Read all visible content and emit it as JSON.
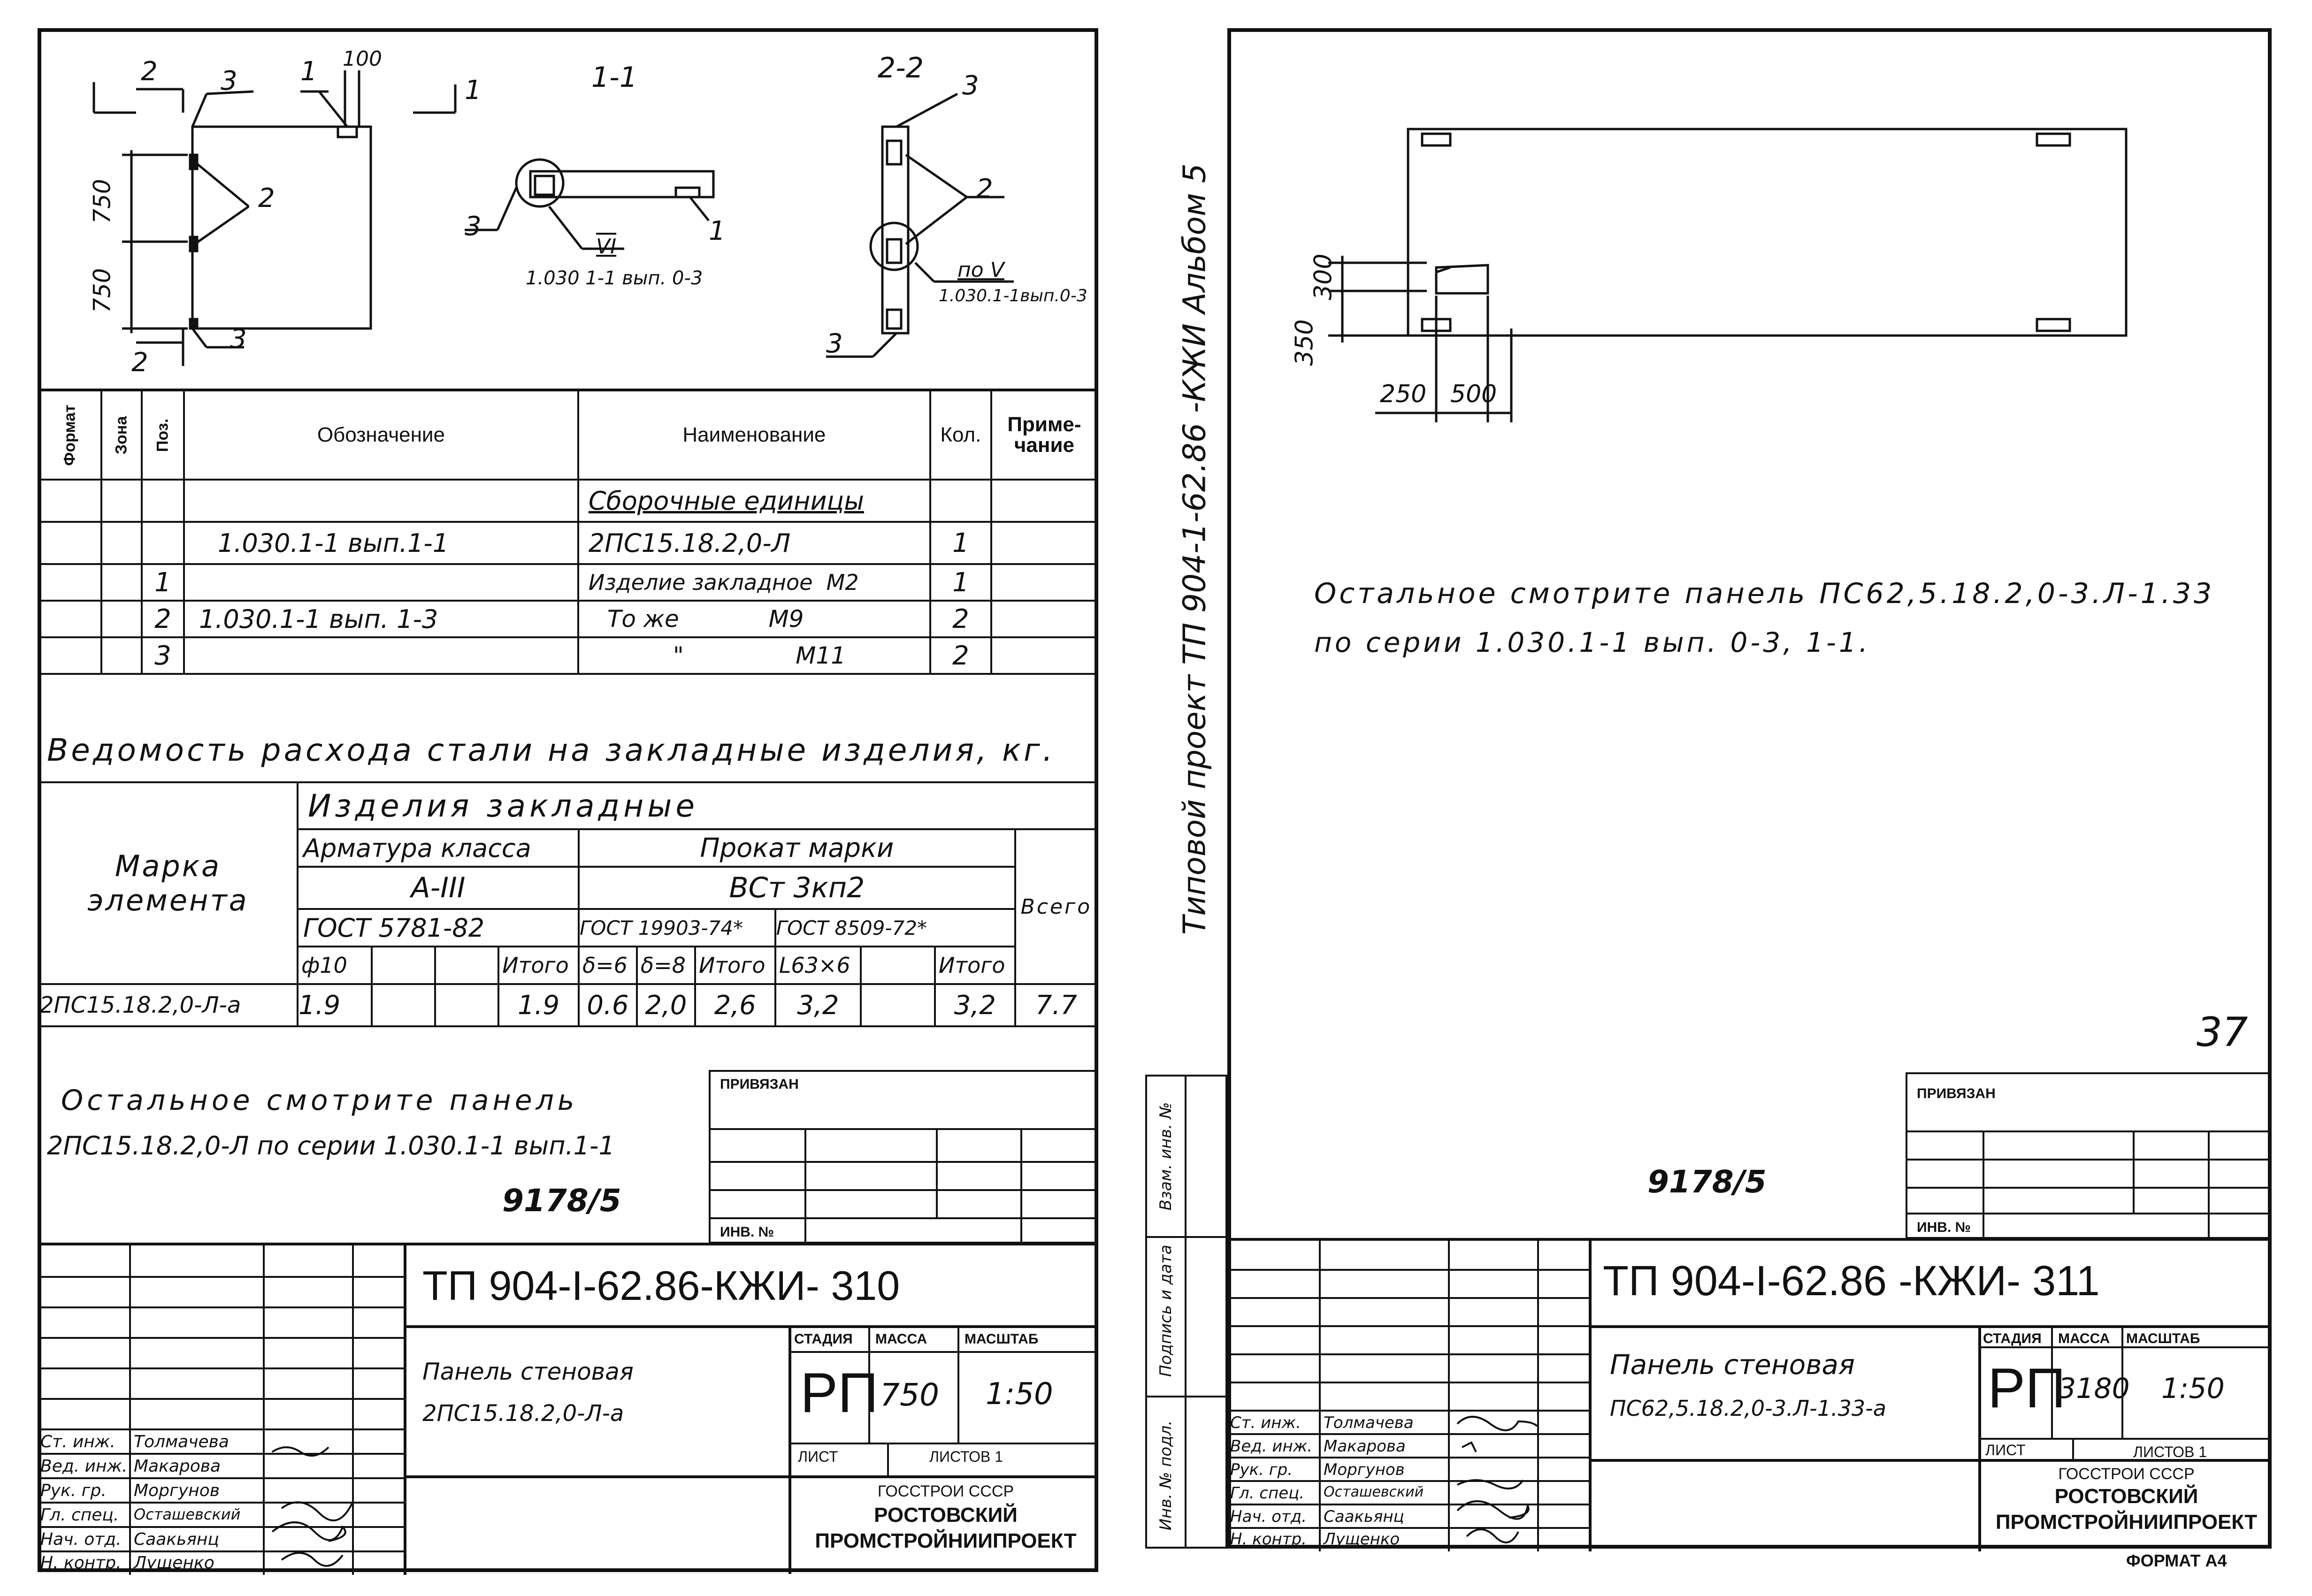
{
  "left_sheet": {
    "drawing": {
      "labels": {
        "dim_100": "100",
        "dim_750_top": "750",
        "dim_750_bottom": "750",
        "sec_1_1": "1-1",
        "sec_2_2": "2-2",
        "mark_1a": "1",
        "mark_1b": "1",
        "mark_1c": "1",
        "mark_2a": "2",
        "mark_2b": "2",
        "mark_2c": "2",
        "mark_2d": "2",
        "mark_3a": "3",
        "mark_3b": "3",
        "mark_3c": "3",
        "mark_3d": "3",
        "mark_3e": "3",
        "node_vi": "VI",
        "node_vi_ref": "1.030 1-1 вып. 0-3",
        "node_v": "по V",
        "node_v_ref": "1.030.1-1вып.0-3"
      }
    },
    "spec_table": {
      "headers": [
        "Формат",
        "Зона",
        "Поз.",
        "Обозначение",
        "Наименование",
        "Кол.",
        "Приме-\nчание"
      ],
      "rows": [
        {
          "pos": "",
          "designation": "",
          "name": "Сборочные единицы",
          "qty": ""
        },
        {
          "pos": "",
          "designation": "1.030.1-1 вып.1-1",
          "name": "2ПС15.18.2,0-Л",
          "qty": "1"
        },
        {
          "pos": "1",
          "designation": "",
          "name": "Изделие закладное  М2",
          "qty": "1"
        },
        {
          "pos": "2",
          "designation": "1.030.1-1 вып. 1-3",
          "name": "То же            М9",
          "qty": "2"
        },
        {
          "pos": "3",
          "designation": "",
          "name": "\"               М11",
          "qty": "2"
        }
      ]
    },
    "steel_title": "Ведомость расхода стали на закладные изделия, кг.",
    "steel_table": {
      "mark_header": "Марка\nэлемента",
      "group_header": "Изделия закладные",
      "armature_header": "Арматура класса",
      "armature_class": "А-III",
      "armature_gost": "ГОСТ 5781-82",
      "rolled_header": "Прокат марки",
      "rolled_grade": "ВСт 3кп2",
      "rolled_gost1": "ГОСТ 19903-74*",
      "rolled_gost2": "ГОСТ 8509-72*",
      "total_header": "Всего",
      "sub_headers": [
        "ф10",
        "",
        "",
        "Итого",
        "δ=6",
        "δ=8",
        "Итого",
        "L63×6",
        "",
        "Итого"
      ],
      "row": {
        "mark": "2ПС15.18.2,0-Л-а",
        "values": [
          "1.9",
          "",
          "",
          "1.9",
          "0.6",
          "2,0",
          "2,6",
          "3,2",
          "",
          "3,2"
        ],
        "total": "7.7"
      }
    },
    "note_line1": "Остальное смотрите панель",
    "note_line2": "2ПС15.18.2,0-Л по серии 1.030.1-1 вып.1-1",
    "doc_number": "9178/5",
    "privyazan": "ПРИВЯЗАН",
    "inv_no": "ИНВ. №",
    "title_code": "ТП 904-I-62.86-КЖИ- 310",
    "title_name1": "Панель стеновая",
    "title_name2": "2ПС15.18.2,0-Л-а",
    "stage_header": "СТАДИЯ",
    "mass_header": "МАССА",
    "scale_header": "МАСШТАБ",
    "stage": "РП",
    "mass": "750",
    "scale": "1:50",
    "sheet_label": "ЛИСТ",
    "sheets_label": "ЛИСТОВ 1",
    "org1": "ГОССТРОИ СССР",
    "org2": "РОСТОВСКИЙ",
    "org3": "ПРОМСТРОЙНИИПРОЕКТ",
    "staff": [
      {
        "role": "Ст. инж.",
        "name": "Толмачева"
      },
      {
        "role": "Вед. инж.",
        "name": "Макарова"
      },
      {
        "role": "Рук. гр.",
        "name": "Моргунов"
      },
      {
        "role": "Гл. спец.",
        "name": "Осташевский"
      },
      {
        "role": "Нач. отд.",
        "name": "Саакьянц"
      },
      {
        "role": "Н. контр.",
        "name": "Лущенко"
      }
    ]
  },
  "right_sheet": {
    "margin_title": "Типовой   проект   ТП 904-1-62.86 -КЖИ   Альбом  5",
    "side_labels": [
      "Взам. инв. №",
      "Подпись и дата",
      "Инв. № подл."
    ],
    "dims": {
      "d350": "350",
      "d300": "300",
      "d250": "250",
      "d500": "500"
    },
    "note_line1": "Остальное  смотрите  панель  ПС62,5.18.2,0-3.Л-1.33",
    "note_line2": "по  серии  1.030.1-1 вып. 0-3, 1-1.",
    "page_number": "37",
    "doc_number": "9178/5",
    "privyazan": "ПРИВЯЗАН",
    "inv_no": "ИНВ. №",
    "title_code": "ТП 904-I-62.86 -КЖИ- 311",
    "title_name1": "Панель стеновая",
    "title_name2": "ПС62,5.18.2,0-3.Л-1.33-а",
    "stage_header": "СТАДИЯ",
    "mass_header": "МАССА",
    "scale_header": "МАСШТАБ",
    "stage": "РП",
    "mass": "3180",
    "scale": "1:50",
    "sheet_label": "ЛИСТ",
    "sheets_label": "ЛИСТОВ 1",
    "org1": "ГОССТРОИ СССР",
    "org2": "РОСТОВСКИЙ",
    "org3": "ПРОМСТРОЙНИИПРОЕКТ",
    "format_label": "ФОРМАТ А4",
    "staff": [
      {
        "role": "Ст. инж.",
        "name": "Толмачева"
      },
      {
        "role": "Вед. инж.",
        "name": "Макарова"
      },
      {
        "role": "Рук. гр.",
        "name": "Моргунов"
      },
      {
        "role": "Гл. спец.",
        "name": "Осташевский"
      },
      {
        "role": "Нач. отд.",
        "name": "Саакьянц"
      },
      {
        "role": "Н. контр.",
        "name": "Лущенко"
      }
    ]
  }
}
